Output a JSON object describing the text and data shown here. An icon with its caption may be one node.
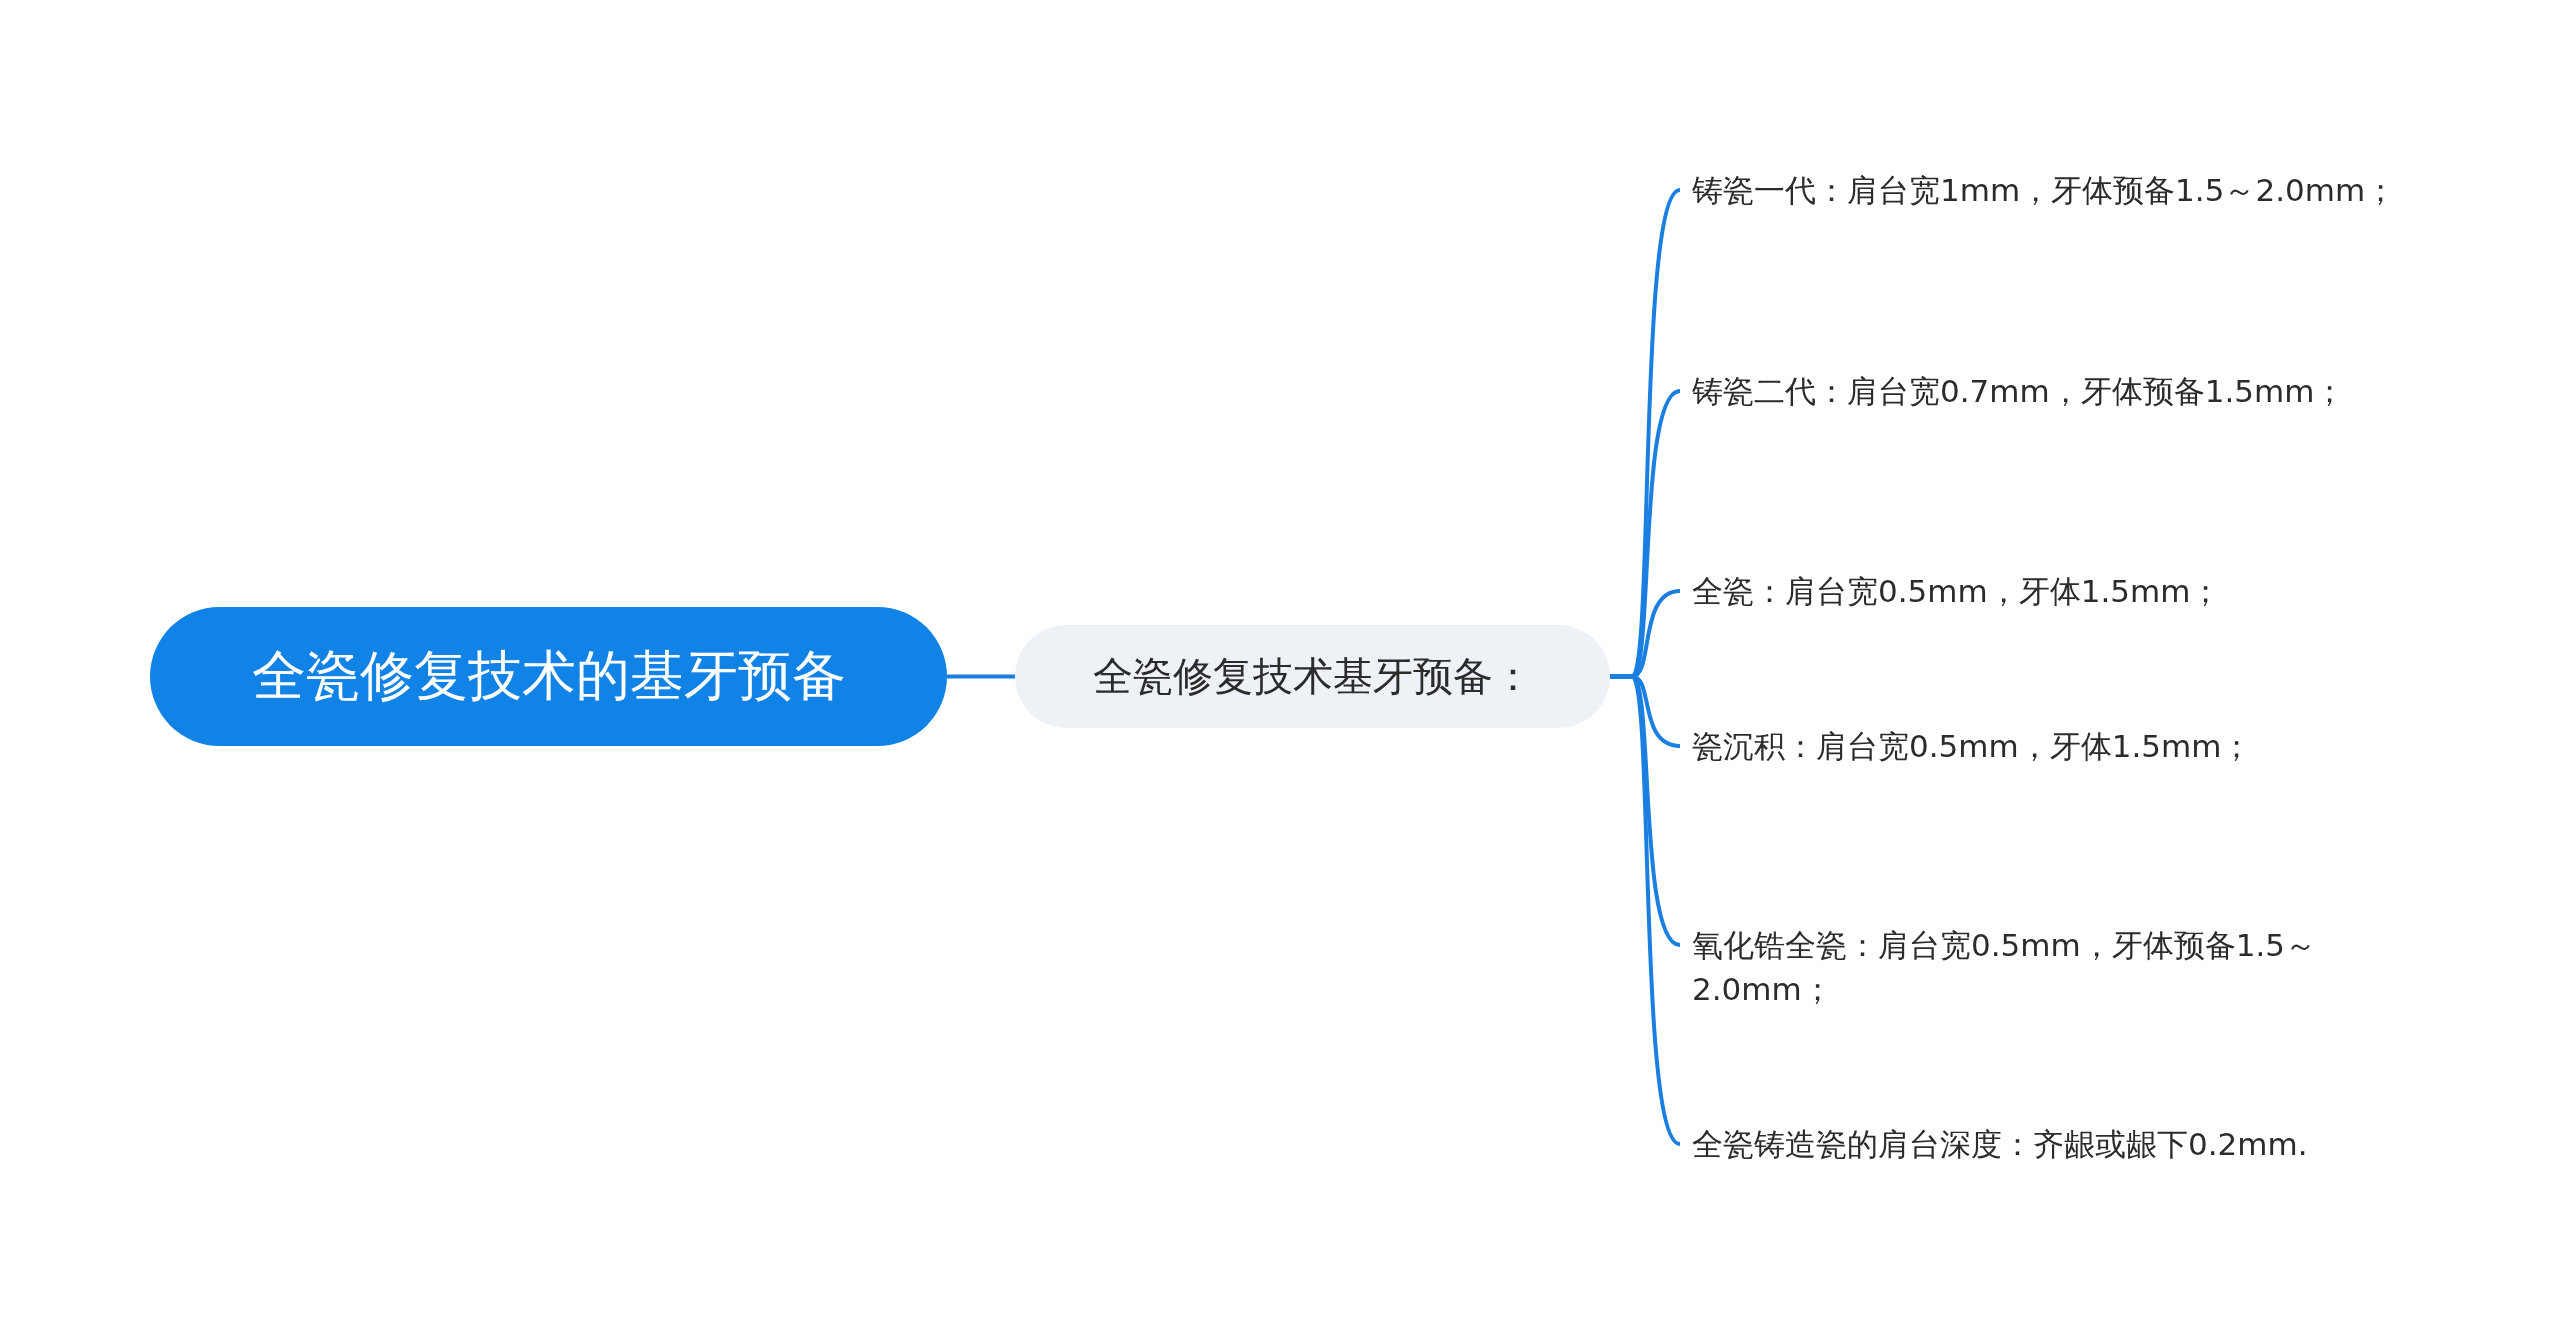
{
  "diagram": {
    "nodes": [
      {
        "text": [
          "全瓷修复技术的基牙预备"
        ]
      },
      {
        "text": [
          "全瓷修复技术基牙预备："
        ]
      },
      {
        "text": [
          "铸瓷一代：肩台宽1mm，牙体预备1.5～2.0mm；"
        ]
      },
      {
        "text": [
          "铸瓷二代：肩台宽0.7mm，牙体预备1.5mm；"
        ]
      },
      {
        "text": [
          "全瓷：肩台宽0.5mm，牙体1.5mm；"
        ]
      },
      {
        "text": [
          "瓷沉积：肩台宽0.5mm，牙体1.5mm；"
        ]
      },
      {
        "text": [
          "氧化锆全瓷：肩台宽0.5mm，牙体预备1.5～2.0mm；"
        ]
      },
      {
        "text": [
          "全瓷铸造瓷的肩台深度：齐龈或龈下0.2mm."
        ]
      }
    ],
    "edges": [
      {
        "from": 0,
        "to": 1,
        "arrow": "none"
      },
      {
        "from": 1,
        "to": 2,
        "arrow": "none"
      },
      {
        "from": 1,
        "to": 3,
        "arrow": "none"
      },
      {
        "from": 1,
        "to": 4,
        "arrow": "none"
      },
      {
        "from": 1,
        "to": 5,
        "arrow": "none"
      },
      {
        "from": 1,
        "to": 6,
        "arrow": "none"
      },
      {
        "from": 1,
        "to": 7,
        "arrow": "none"
      }
    ]
  }
}
